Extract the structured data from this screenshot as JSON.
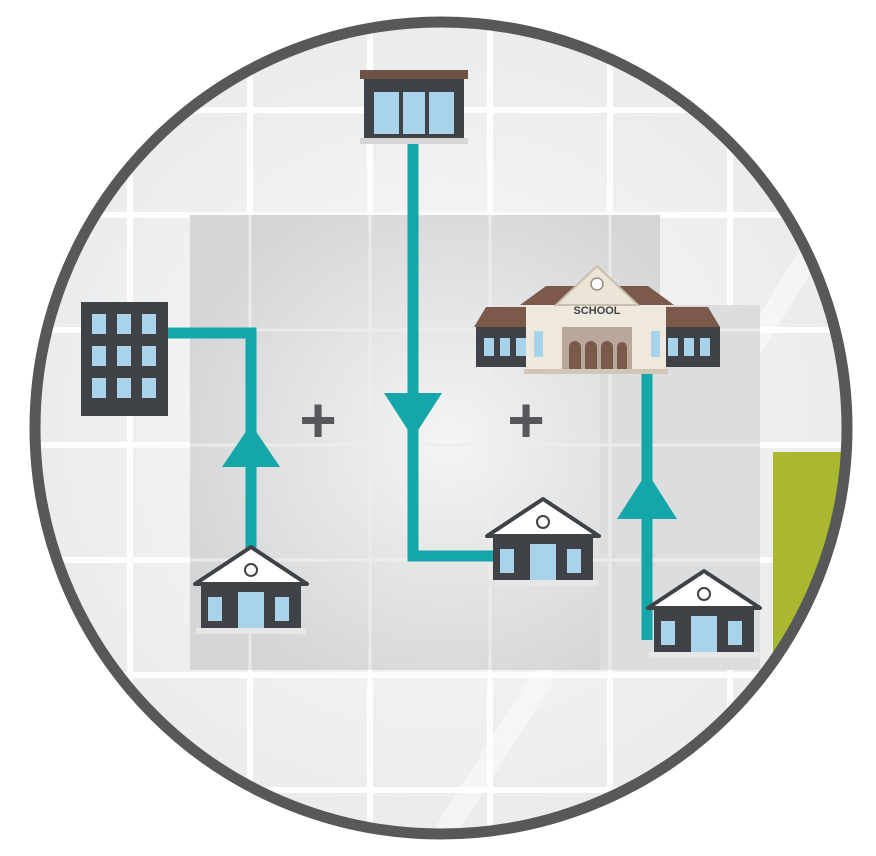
{
  "diagram": {
    "school_sign": "SCHOOL",
    "operators": [
      "+",
      "+"
    ],
    "nodes": [
      {
        "name": "office-building-icon",
        "kind": "office"
      },
      {
        "name": "store-building-icon",
        "kind": "store"
      },
      {
        "name": "school-building-icon",
        "kind": "school"
      },
      {
        "name": "house-left-icon",
        "kind": "house"
      },
      {
        "name": "house-middle-icon",
        "kind": "house"
      },
      {
        "name": "house-right-icon",
        "kind": "house"
      }
    ],
    "connections": [
      {
        "from": "house-left",
        "to": "office",
        "direction": "up"
      },
      {
        "from": "store",
        "to": "house-middle",
        "direction": "down"
      },
      {
        "from": "house-right",
        "to": "school",
        "direction": "up"
      }
    ]
  },
  "colors": {
    "frame": "#58585a",
    "route": "#14a6a8",
    "accent_green": "#a9b82f",
    "building_dark": "#3f4246",
    "window": "#a9d3ea",
    "roof_brown": "#7b5a4c",
    "school_wall": "#efe8dc"
  }
}
